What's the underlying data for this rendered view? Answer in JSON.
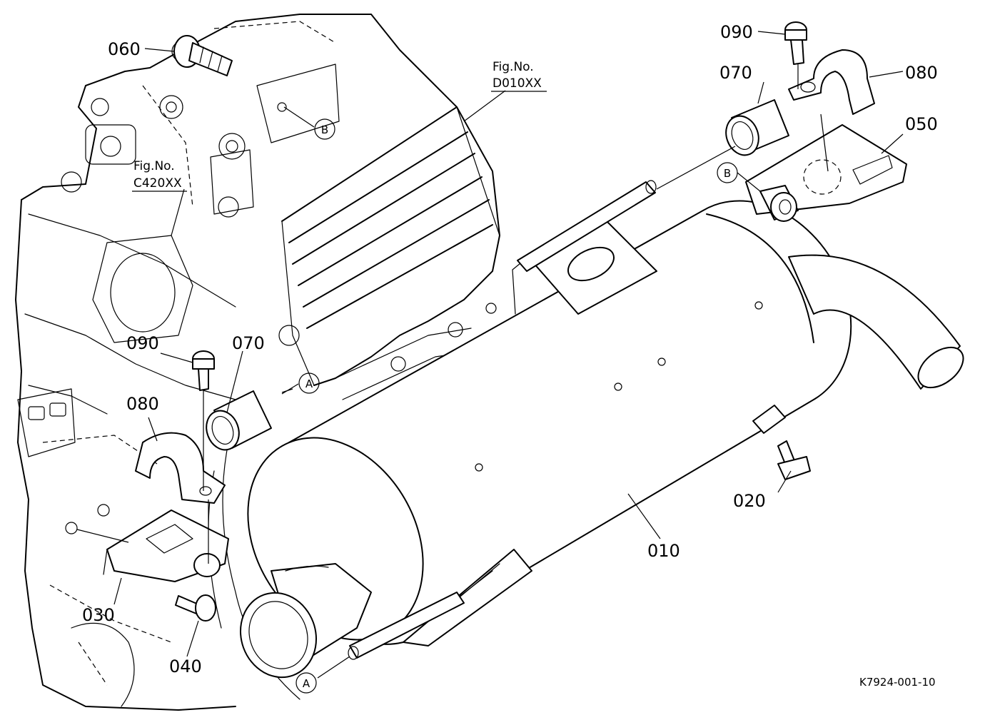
{
  "diagram": {
    "drawing_number": "K7924-001-10",
    "figure_references": [
      {
        "id": "fig-c420",
        "line1": "Fig.No.",
        "line2": "C420XX"
      },
      {
        "id": "fig-d010",
        "line1": "Fig.No.",
        "line2": "D010XX"
      }
    ],
    "part_labels": [
      {
        "id": "p010",
        "text": "010"
      },
      {
        "id": "p020",
        "text": "020"
      },
      {
        "id": "p030",
        "text": "030"
      },
      {
        "id": "p040",
        "text": "040"
      },
      {
        "id": "p050",
        "text": "050"
      },
      {
        "id": "p060",
        "text": "060"
      },
      {
        "id": "p070-left",
        "text": "070"
      },
      {
        "id": "p070-right",
        "text": "070"
      },
      {
        "id": "p080-left",
        "text": "080"
      },
      {
        "id": "p080-right",
        "text": "080"
      },
      {
        "id": "p090-left",
        "text": "090"
      },
      {
        "id": "p090-right",
        "text": "090"
      }
    ],
    "connection_markers": [
      {
        "id": "a-upper",
        "text": "A"
      },
      {
        "id": "a-lower",
        "text": "A"
      },
      {
        "id": "b-left",
        "text": "B"
      },
      {
        "id": "b-right",
        "text": "B"
      }
    ]
  }
}
